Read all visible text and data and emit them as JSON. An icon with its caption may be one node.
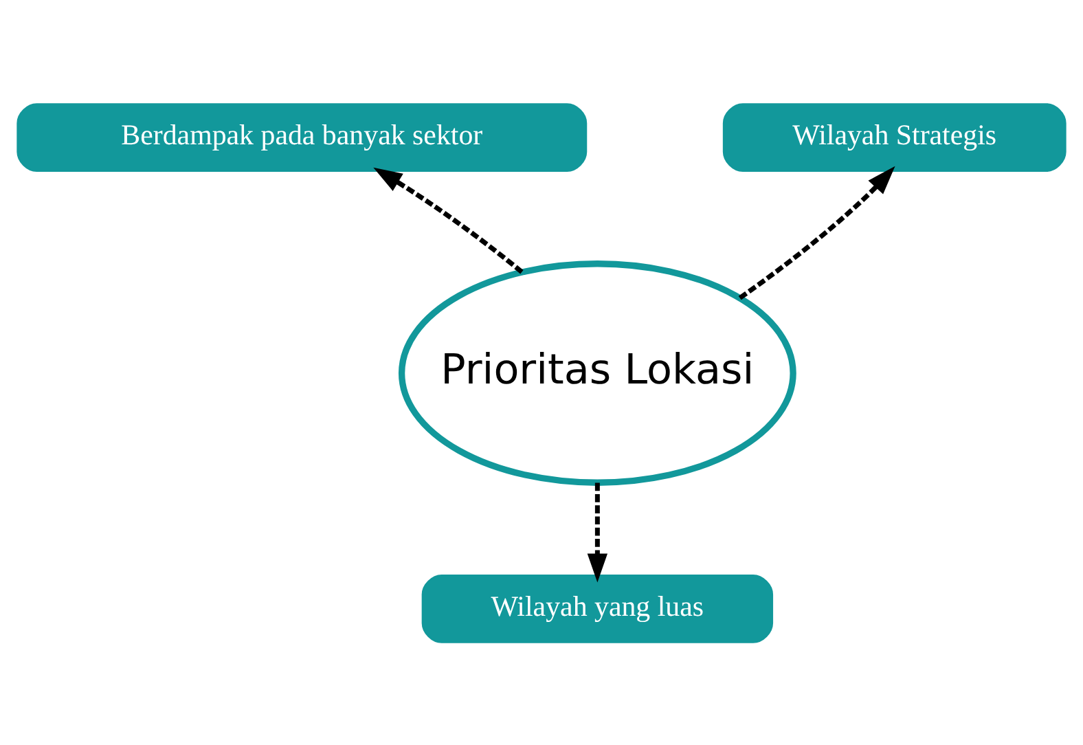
{
  "diagram": {
    "nodes": [
      {
        "text": [
          "Prioritas Lokasi"
        ]
      },
      {
        "text": [
          "Berdampak pada banyak sektor"
        ]
      },
      {
        "text": [
          "Wilayah Strategis"
        ]
      },
      {
        "text": [
          "Wilayah yang luas"
        ]
      }
    ],
    "edges": [
      {
        "from": 0,
        "to": 1,
        "arrow": "to",
        "style": "dashed"
      },
      {
        "from": 0,
        "to": 2,
        "arrow": "to",
        "style": "dashed"
      },
      {
        "from": 0,
        "to": 3,
        "arrow": "to",
        "style": "dashed"
      }
    ]
  }
}
